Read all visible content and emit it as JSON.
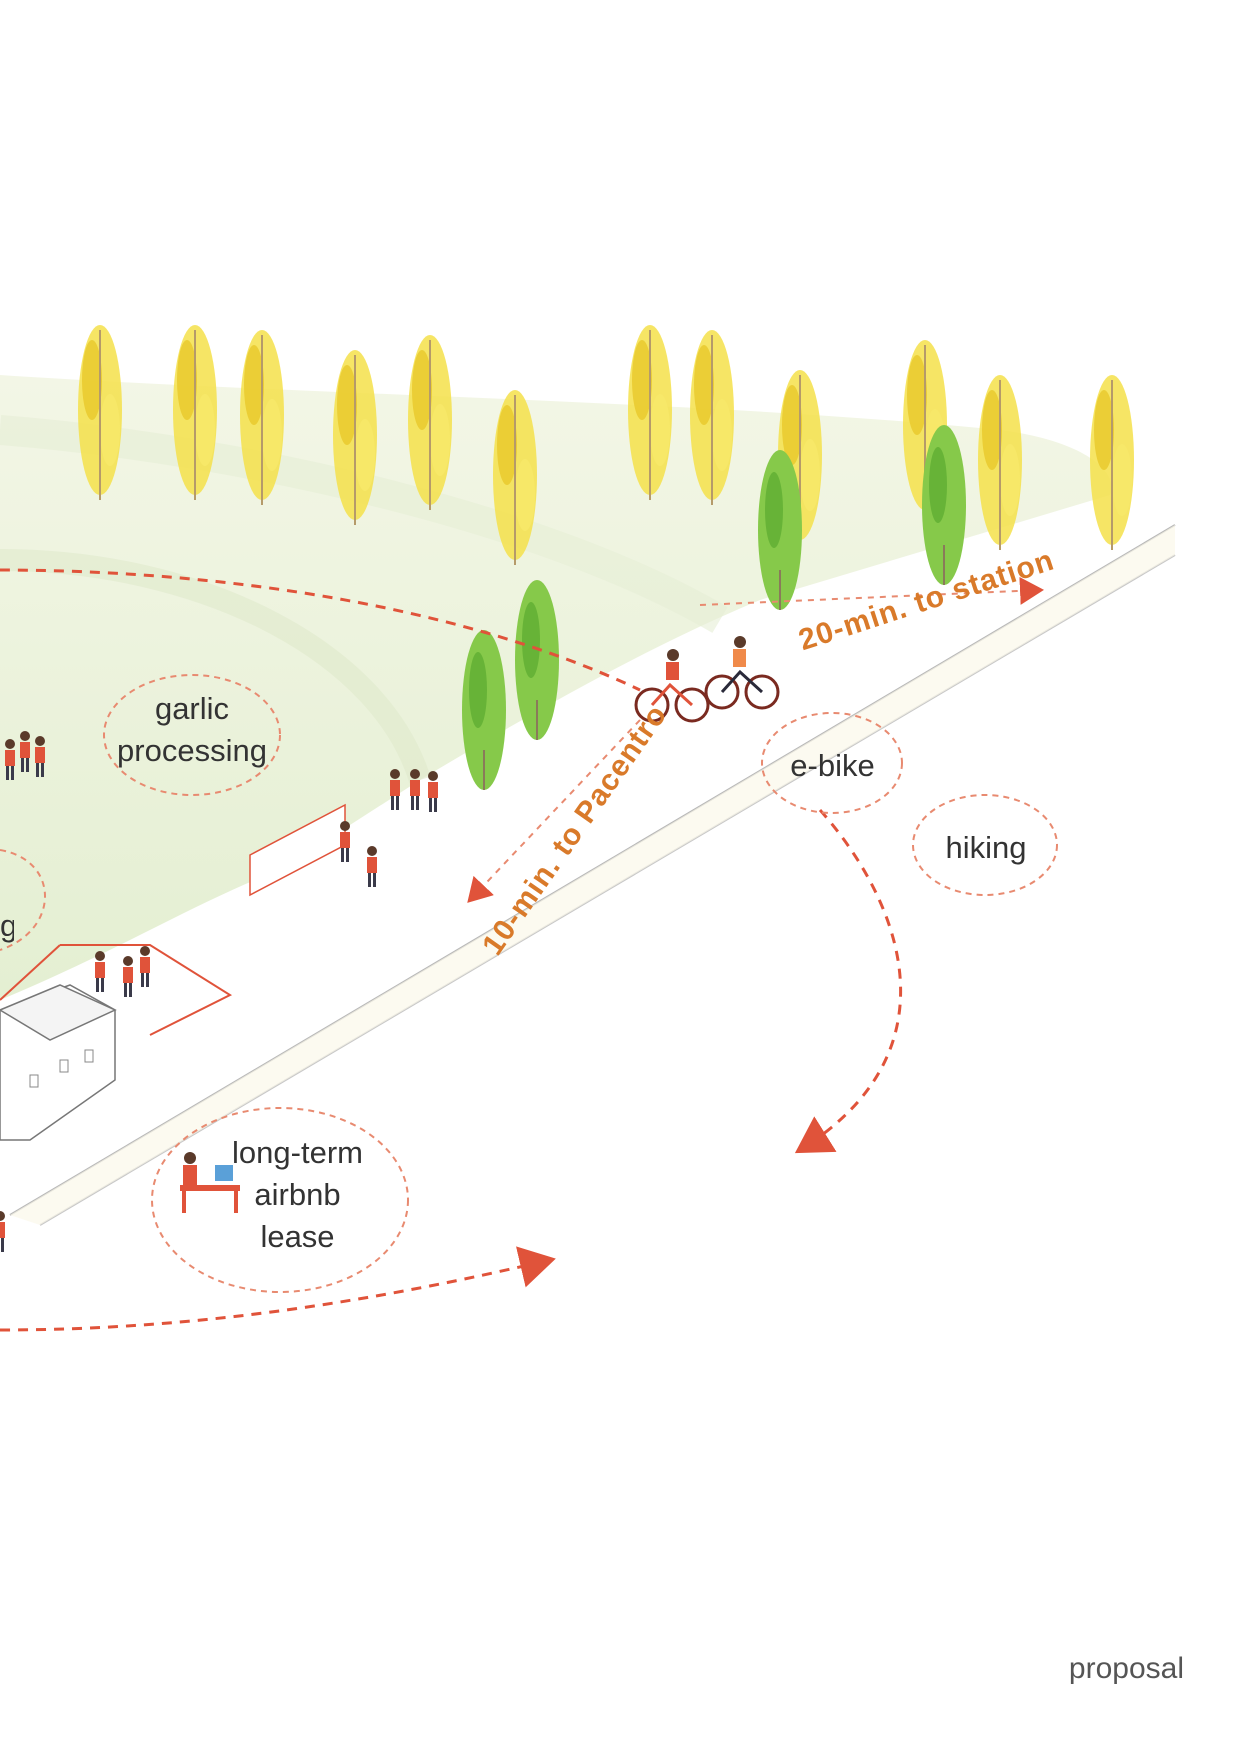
{
  "labels": {
    "garlic": "garlic\nprocessing",
    "ebike": "e-bike",
    "hiking": "hiking",
    "lease": "long-term\nairbnb\nlease",
    "cut_g": "g"
  },
  "routes": {
    "station": "20-min. to station",
    "pacentro": "10-min.  to Pacentro"
  },
  "footer": "proposal",
  "colors": {
    "accent": "#d97a2a",
    "dash": "#e0533a",
    "poplar_yellow": "#f2dc3a",
    "poplar_green": "#7cc43f",
    "field": "#eaf3d8",
    "road": "#b8b8b8"
  }
}
